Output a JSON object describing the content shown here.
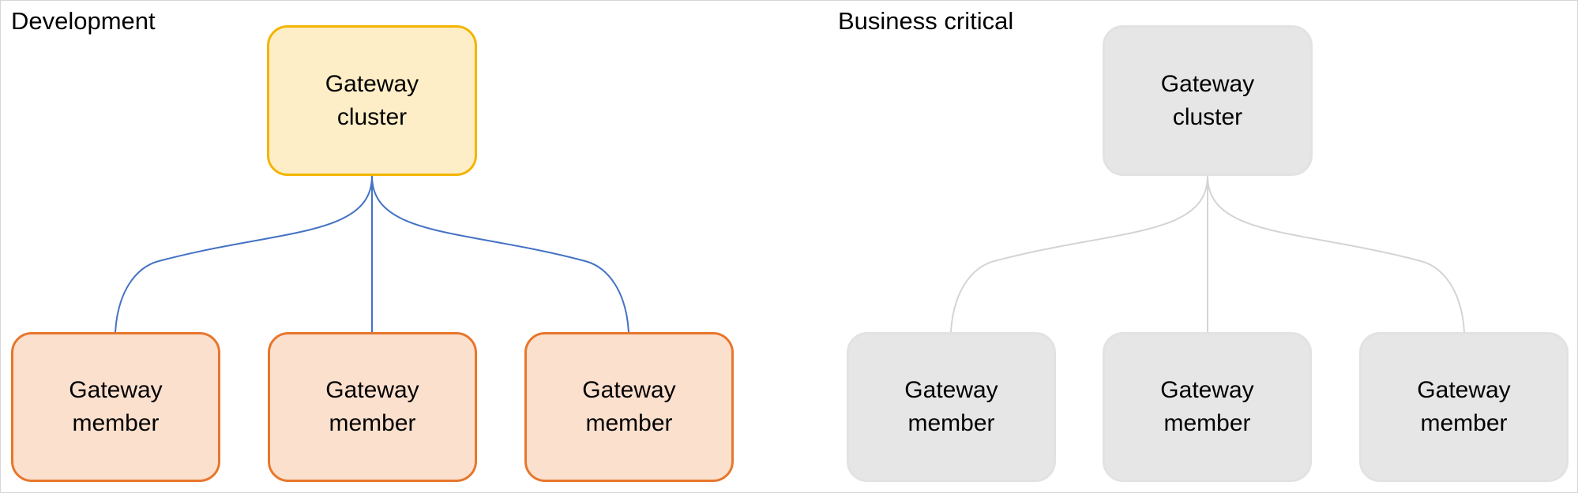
{
  "diagram": {
    "title_hidden": "",
    "groups": [
      {
        "id": "development",
        "label": "Development",
        "state": "active",
        "colors": {
          "cluster_fill": "#fdeec7",
          "cluster_border": "#f4b400",
          "member_fill": "#fbe0ce",
          "member_border": "#e8762c",
          "connector": "#4472c4"
        },
        "cluster": {
          "line1": "Gateway",
          "line2": "cluster"
        },
        "members": [
          {
            "line1": "Gateway",
            "line2": "member"
          },
          {
            "line1": "Gateway",
            "line2": "member"
          },
          {
            "line1": "Gateway",
            "line2": "member"
          }
        ]
      },
      {
        "id": "business-critical",
        "label": "Business critical",
        "state": "muted",
        "colors": {
          "cluster_fill": "#e6e6e6",
          "cluster_border": "#e2e2e2",
          "member_fill": "#e6e6e6",
          "member_border": "#e2e2e2",
          "connector": "#d4d4d4"
        },
        "cluster": {
          "line1": "Gateway",
          "line2": "cluster"
        },
        "members": [
          {
            "line1": "Gateway",
            "line2": "member"
          },
          {
            "line1": "Gateway",
            "line2": "member"
          },
          {
            "line1": "Gateway",
            "line2": "member"
          }
        ]
      }
    ]
  }
}
